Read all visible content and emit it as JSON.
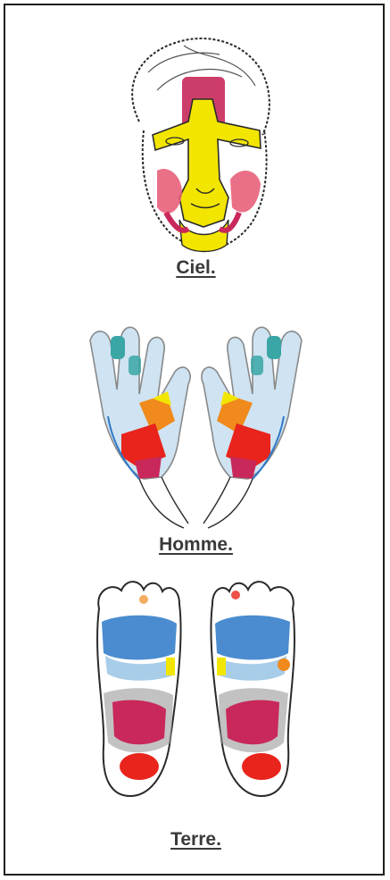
{
  "captions": {
    "heaven": "Ciel.",
    "man": "Homme.",
    "earth": "Terre."
  },
  "colors": {
    "border": "#1f1f1f",
    "yellow": "#f2e600",
    "magenta": "#c8285a",
    "pink": "#e8607a",
    "red": "#e8241c",
    "orange": "#f08a1c",
    "teal": "#3aa6a6",
    "blue": "#2c78c8",
    "lightblue": "#a8cde8",
    "gray": "#9a9a9a",
    "outline": "#2a2a2a"
  }
}
